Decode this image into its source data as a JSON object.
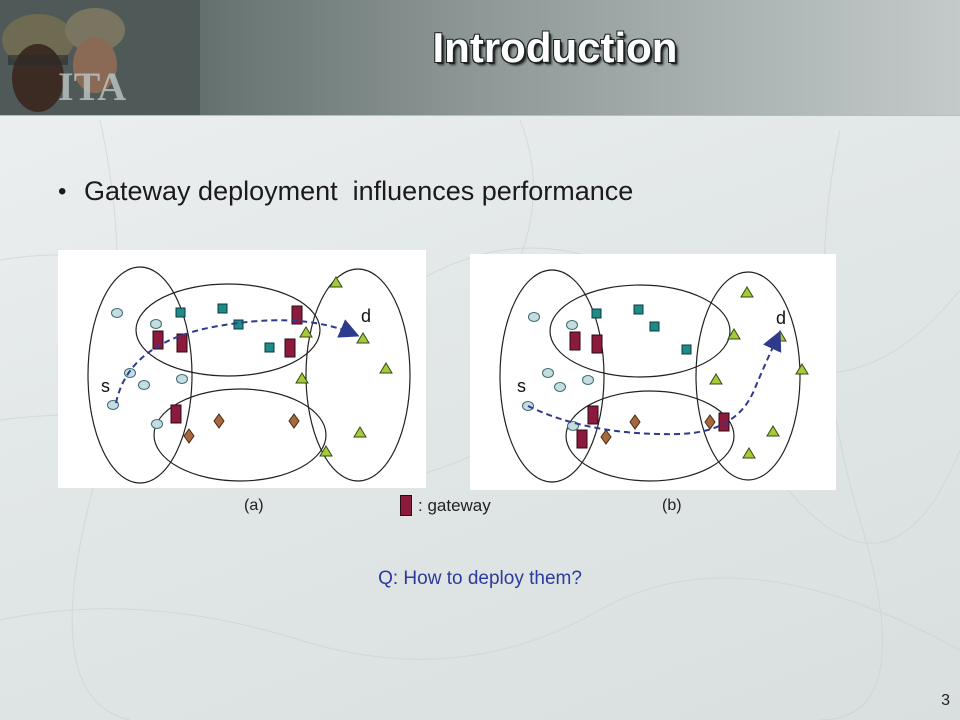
{
  "slide": {
    "title": "Introduction",
    "bullet": "Gateway deployment  influences performance",
    "question": "Q: How to deploy them?",
    "page_number": "3"
  },
  "diagrams": {
    "a": {
      "caption": "(a)",
      "source_label": "s",
      "dest_label": "d"
    },
    "b": {
      "caption": "(b)",
      "source_label": "s",
      "dest_label": "d"
    }
  },
  "legend": {
    "label": ": gateway"
  },
  "colors": {
    "gateway": "#8b1a3c",
    "circle_node": "#c5dde0",
    "square_node": "#1f8a8a",
    "diamond_node": "#a6683f",
    "triangle_node": "#a6c93a",
    "path": "#2e3a8c",
    "question_text": "#2b3a9c"
  },
  "icons": [
    "soldier-photo",
    "ita-logo",
    "bullet-dot"
  ]
}
